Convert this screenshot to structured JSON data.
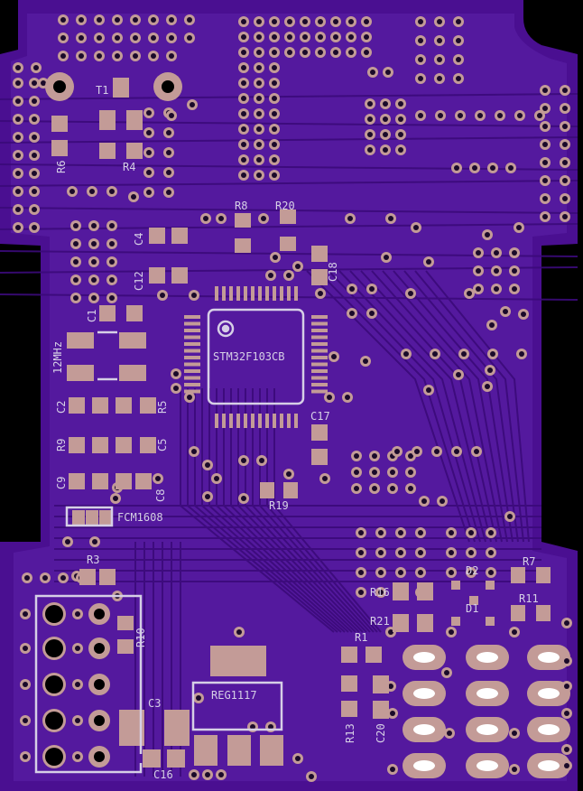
{
  "board": {
    "colors": {
      "substrate": "#4a0f91",
      "copper": "#5d22aa",
      "trace": "#3b0a7a",
      "pad": "#c39b97",
      "hole": "#1a0a2a",
      "silk": "#d6cfe6"
    }
  },
  "labels": {
    "t1": "T1",
    "r4": "R4",
    "r6": "R6",
    "r8": "R8",
    "r20": "R20",
    "c4": "C4",
    "c12": "C12",
    "c18": "C18",
    "c1": "C1",
    "crystal": "12MHz",
    "mcu": "STM32F103CB",
    "c2": "C2",
    "r5": "R5",
    "c17": "C17",
    "r9": "R9",
    "c5": "C5",
    "c9": "C9",
    "c8": "C8",
    "r19": "R19",
    "fcm": "FCM1608",
    "r3": "R3",
    "r7": "R7",
    "d2": "D2",
    "r16": "R16",
    "r11": "R11",
    "d1": "D1",
    "r21": "R21",
    "r10": "R10",
    "r1": "R1",
    "reg": "REG1117",
    "c3": "C3",
    "r13": "R13",
    "c20": "C20",
    "c16": "C16"
  }
}
